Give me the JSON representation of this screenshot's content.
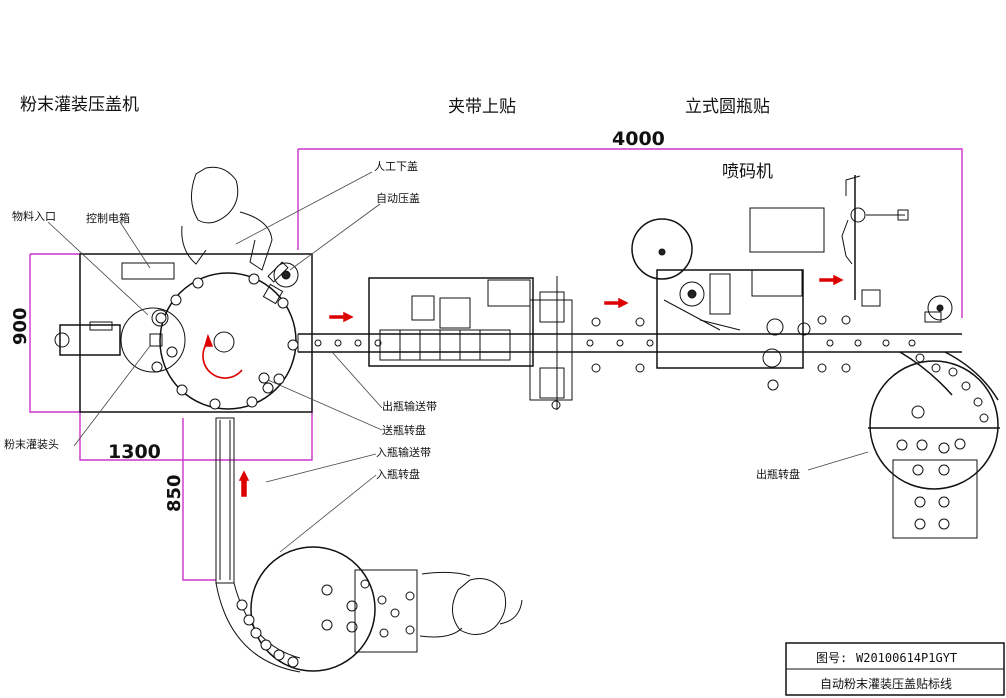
{
  "titles": {
    "powder_filling_capping_machine": "粉末灌装压盖机",
    "belt_top_labeling": "夹带上贴",
    "round_bottle_labeler": "立式圆瓶贴",
    "inkjet_coder": "喷码机"
  },
  "labels": {
    "manual_cap_placing": "人工下盖",
    "auto_capping": "自动压盖",
    "material_inlet": "物料入口",
    "control_box": "控制电箱",
    "powder_filling_head": "粉末灌装头",
    "bottle_out_conveyor": "出瓶输送带",
    "bottle_feed_turntable": "送瓶转盘",
    "bottle_in_conveyor": "入瓶输送带",
    "bottle_in_turntable": "入瓶转盘",
    "bottle_out_turntable": "出瓶转盘"
  },
  "dimensions": {
    "total_length": "4000",
    "machine_height": "900",
    "machine_width": "1300",
    "conveyor_length": "850"
  },
  "title_block": {
    "drawing_no_label": "图号:",
    "drawing_no": "W20100614P1GYT",
    "drawing_name": "自动粉末灌装压盖贴标线"
  },
  "colors": {
    "dimension_lines": "#cc33cc",
    "flow_arrows": "#dd0000",
    "lines": "#111111"
  },
  "icons": {
    "operator_1": "person-icon",
    "operator_2": "person-icon",
    "flow_direction": "arrow-icon"
  }
}
